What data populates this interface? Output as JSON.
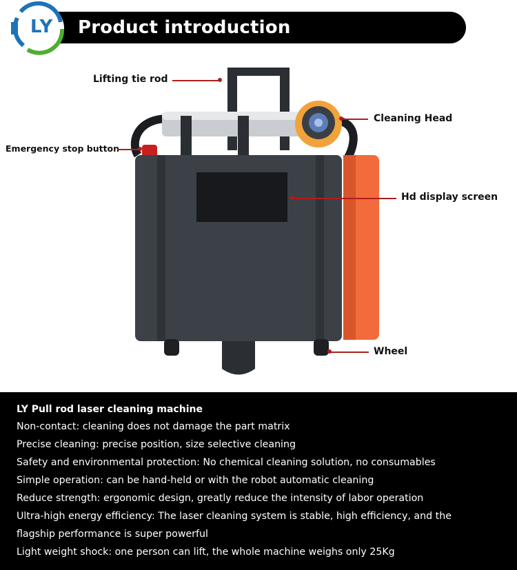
{
  "header": {
    "logo_text": "LY",
    "title": "Product introduction"
  },
  "callouts": {
    "lifting_tie_rod": "Lifting tie rod",
    "cleaning_head": "Cleaning Head",
    "emergency_stop": "Emergency stop button",
    "hd_display": "Hd display screen",
    "wheel": "Wheel"
  },
  "info": {
    "title": "LY Pull rod laser cleaning machine",
    "lines": [
      "Non-contact: cleaning does not damage the part matrix",
      "Precise cleaning: precise position, size selective cleaning",
      "Safety and environmental protection: No chemical cleaning solution, no consumables",
      "Simple operation: can be hand-held or with the robot automatic cleaning",
      "Reduce strength: ergonomic design, greatly reduce the intensity of labor operation",
      "Ultra-high energy efficiency: The laser cleaning system is stable, high efficiency, and the",
      "flagship performance is super powerful",
      "Light weight shock: one person can lift, the whole machine weighs only 25Kg"
    ]
  },
  "colors": {
    "header_bg": "#000000",
    "accent_line": "#b01c1c",
    "logo_blue": "#1e73b8",
    "logo_green": "#4caf2e",
    "machine_body": "#3c4148",
    "side_panel": "#f26b3a"
  }
}
